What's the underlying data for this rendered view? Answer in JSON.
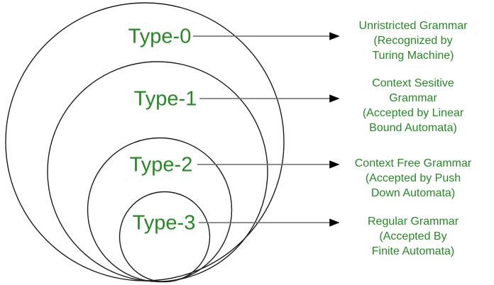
{
  "colors": {
    "text_green": "#228B22",
    "circle_stroke": "#1c1c1c",
    "arrow_line": "#6a6a6a",
    "arrow_head": "#000000",
    "background": "#ffffff"
  },
  "rings": [
    {
      "label": "Type-0",
      "desc": [
        "Unristricted Grammar",
        "(Recognized by",
        "Turing Machine)"
      ]
    },
    {
      "label": "Type-1",
      "desc": [
        "Context Sesitive",
        "Grammar",
        "(Accepted by Linear",
        "Bound Automata)"
      ]
    },
    {
      "label": "Type-2",
      "desc": [
        "Context Free Grammar",
        "(Accepted by Push",
        "Down Automata)"
      ]
    },
    {
      "label": "Type-3",
      "desc": [
        "Regular Grammar",
        "(Accepted By",
        "Finite Automata)"
      ]
    }
  ]
}
